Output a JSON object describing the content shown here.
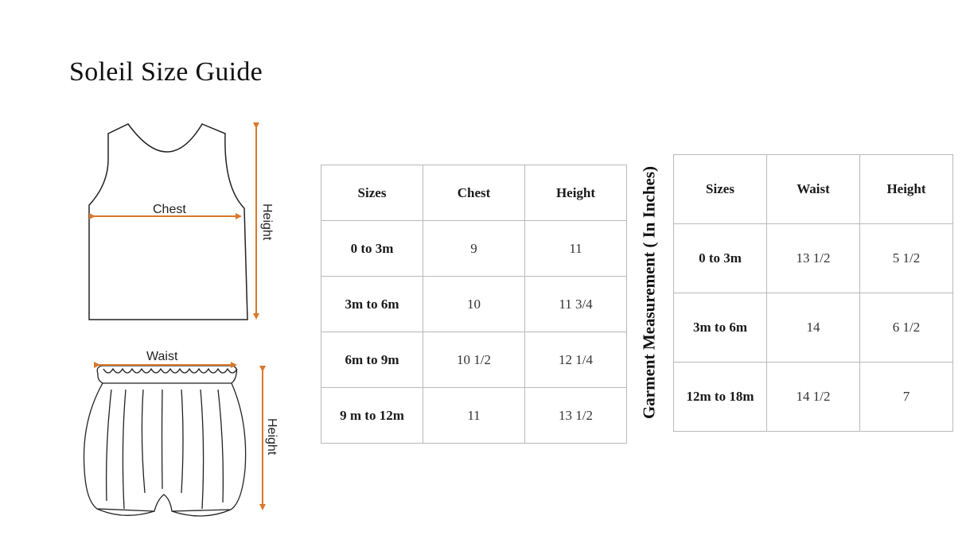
{
  "page": {
    "title": "Soleil Size Guide"
  },
  "diagrams": {
    "top_chest_label": "Chest",
    "top_height_label": "Height",
    "bottom_waist_label": "Waist",
    "bottom_height_label": "Height",
    "arrow_color": "#d9782a"
  },
  "top_table": {
    "headers": [
      "Sizes",
      "Chest",
      "Height"
    ],
    "rows": [
      [
        "0 to 3m",
        "9",
        "11"
      ],
      [
        "3m to 6m",
        "10",
        "11 3/4"
      ],
      [
        "6m to 9m",
        "10 1/2",
        "12 1/4"
      ],
      [
        "9 m to 12m",
        "11",
        "13 1/2"
      ]
    ]
  },
  "side_label": "Garment Measurement ( In Inches)",
  "bottom_table": {
    "headers": [
      "Sizes",
      "Waist",
      "Height"
    ],
    "rows": [
      [
        "0  to 3m",
        "13 1/2",
        "5 1/2"
      ],
      [
        "3m to 6m",
        "14",
        "6 1/2"
      ],
      [
        "12m to 18m",
        "14 1/2",
        "7"
      ]
    ]
  }
}
